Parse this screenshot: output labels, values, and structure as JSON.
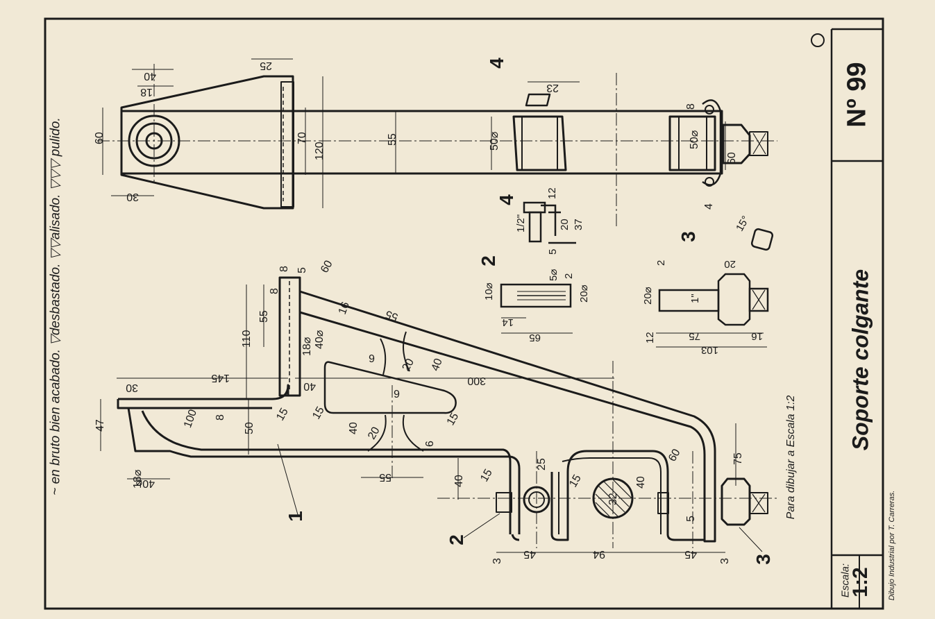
{
  "sheet": {
    "legend": "~ en bruto bien acabado. ▽desbastado. ▽▽alisado. ▽▽▽ pulido.",
    "title": "Soporte colgante",
    "number": "Nº 99",
    "scale_label": "Escala:",
    "scale_value": "1:2",
    "credit": "Dibujo Industrial por T. Carreras.",
    "note": "Para dibujar a Escala 1:2"
  },
  "parts": {
    "p1": "1",
    "p2": "2",
    "p3": "3",
    "p4": "4"
  },
  "dims": {
    "top_view": [
      "25",
      "40",
      "18",
      "60",
      "30",
      "70",
      "120",
      "55",
      "23",
      "50⌀",
      "50⌀",
      "60",
      "8",
      "4"
    ],
    "part4": [
      "12",
      "1/2\"",
      "20",
      "37",
      "5"
    ],
    "part2": [
      "10⌀",
      "5⌀",
      "2",
      "20⌀",
      "14",
      "65"
    ],
    "part3": [
      "15°",
      "20⌀",
      "2",
      "20",
      "1\"",
      "12",
      "75",
      "16",
      "103"
    ],
    "main_view": [
      "8",
      "5",
      "60",
      "55",
      "110",
      "8",
      "18⌀",
      "40⌀",
      "40",
      "145",
      "30",
      "16",
      "55",
      "6",
      "20",
      "40",
      "300",
      "47",
      "100",
      "8",
      "50",
      "15",
      "15",
      "6",
      "40",
      "20",
      "15",
      "6",
      "75",
      "60",
      "18⌀",
      "40⌀",
      "55",
      "40",
      "15",
      "25",
      "15",
      "32",
      "40",
      "5",
      "3",
      "45",
      "94",
      "45",
      "3"
    ]
  }
}
